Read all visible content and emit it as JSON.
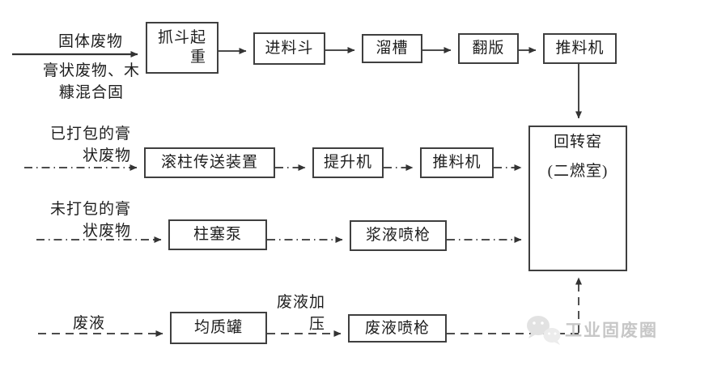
{
  "nodes": {
    "grab_crane": "抓斗起重",
    "feed_hopper": "进料斗",
    "chute": "溜槽",
    "flip_plate": "翻版",
    "pusher_top": "推料机",
    "roller_conveyor": "滚柱传送装置",
    "elevator": "提升机",
    "pusher_mid": "推料机",
    "plunger_pump": "柱塞泵",
    "slurry_spray_gun": "浆液喷枪",
    "homogenizing_tank": "均质罐",
    "waste_liquid_spray_gun": "废液喷枪"
  },
  "kiln": {
    "name": "回转窑",
    "subname": "(二燃室)"
  },
  "labels": {
    "solid_waste": "固体废物",
    "paste_wood_mix": "膏状废物、木糠混合固",
    "packed_paste_waste": "已打包的膏状废物",
    "unpacked_paste_waste": "未打包的膏状废物",
    "waste_liquid": "废液",
    "waste_liquid_pressurize": "废液加压"
  },
  "watermark": {
    "text": "工业固废圈"
  },
  "colors": {
    "line": "#333333",
    "box_border": "#3f3f3f",
    "text": "#1e1e1e",
    "background": "#ffffff",
    "watermark": "#c7c7c7"
  }
}
